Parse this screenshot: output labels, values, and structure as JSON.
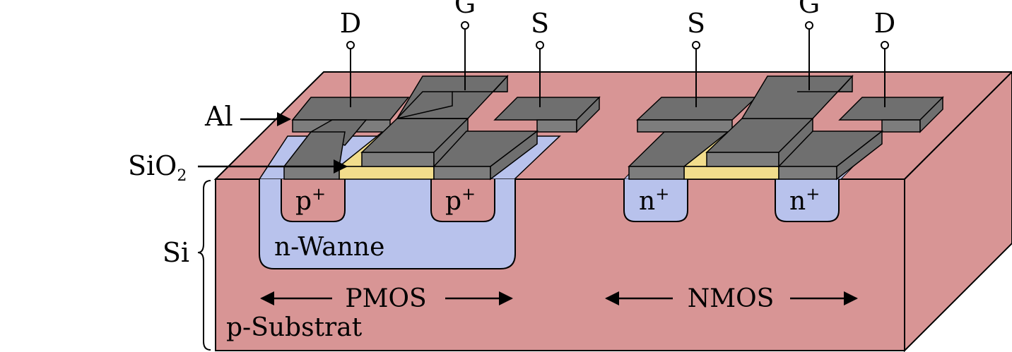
{
  "colors": {
    "substrate": "#d89595",
    "nwell": "#b8c2ec",
    "oxide": "#f2dd8c",
    "metal": "#7d7d7d",
    "metal_top": "#6f6f6f",
    "outline": "#000000"
  },
  "labels": {
    "al": "Al",
    "sio2_main": "SiO",
    "sio2_sub": "2",
    "si": "Si",
    "substrate": "p-Substrat",
    "nwell": "n-Wanne",
    "pmos": "PMOS",
    "nmos": "NMOS"
  },
  "pmos": {
    "terminal_d": "D",
    "terminal_g": "G",
    "terminal_s": "S",
    "region_left_main": "p",
    "region_left_sup": "+",
    "region_right_main": "p",
    "region_right_sup": "+"
  },
  "nmos": {
    "terminal_s": "S",
    "terminal_g": "G",
    "terminal_d": "D",
    "region_left_main": "n",
    "region_left_sup": "+",
    "region_right_main": "n",
    "region_right_sup": "+"
  }
}
